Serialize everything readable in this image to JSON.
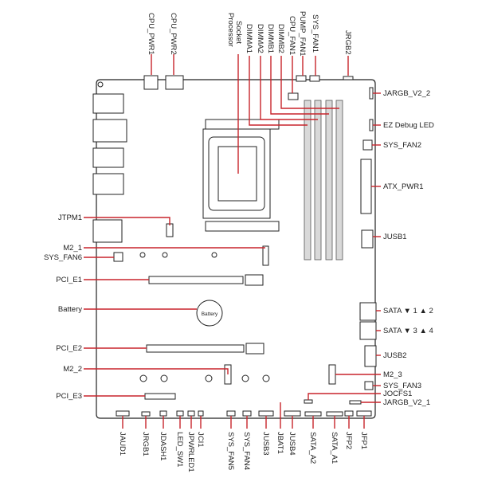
{
  "labels": {
    "cpu_pwr1": "CPU_PWR1",
    "cpu_pwr2": "CPU_PWR2",
    "processor_socket_1": "Processor",
    "processor_socket_2": "Socket",
    "dimma1": "DIMMA1",
    "dimma2": "DIMMA2",
    "dimmb1": "DIMMB1",
    "dimmb2": "DIMMB2",
    "cpu_fan1": "CPU_FAN1",
    "pump_fan1": "PUMP_FAN1",
    "sys_fan1": "SYS_FAN1",
    "jrgb2": "JRGB2",
    "jargb_v2_2": "JARGB_V2_2",
    "ez_debug_led": "EZ Debug LED",
    "sys_fan2": "SYS_FAN2",
    "atx_pwr1": "ATX_PWR1",
    "jusb1": "JUSB1",
    "sata_12": "SATA ▼ 1 ▲ 2",
    "sata_34": "SATA ▼ 3 ▲ 4",
    "jusb2": "JUSB2",
    "m2_3": "M2_3",
    "sys_fan3": "SYS_FAN3",
    "jocfs1": "JOCFS1",
    "jargb_v2_1": "JARGB_V2_1",
    "jtpm1": "JTPM1",
    "m2_1": "M2_1",
    "sys_fan6": "SYS_FAN6",
    "pci_e1": "PCI_E1",
    "battery": "Battery",
    "battery_inner": "Battery",
    "pci_e2": "PCI_E2",
    "m2_2": "M2_2",
    "pci_e3": "PCI_E3",
    "jaud1": "JAUD1",
    "jrgb1": "JRGB1",
    "jdash1": "JDASH1",
    "led_sw1": "LED_SW1",
    "jpwrled1": "JPWRLED1",
    "jci1": "JCI1",
    "sys_fan5": "SYS_FAN5",
    "sys_fan4": "SYS_FAN4",
    "jusb3": "JUSB3",
    "jusb4": "JUSB4",
    "jbat1": "JBAT1",
    "sata_a2": "SATA_A2",
    "sata_a1": "SATA_A1",
    "jfp2": "JFP2",
    "jfp1": "JFP1"
  },
  "colors": {
    "callout": "#c8242b",
    "outline": "#222222",
    "fill_gray": "#d9d9d9"
  }
}
